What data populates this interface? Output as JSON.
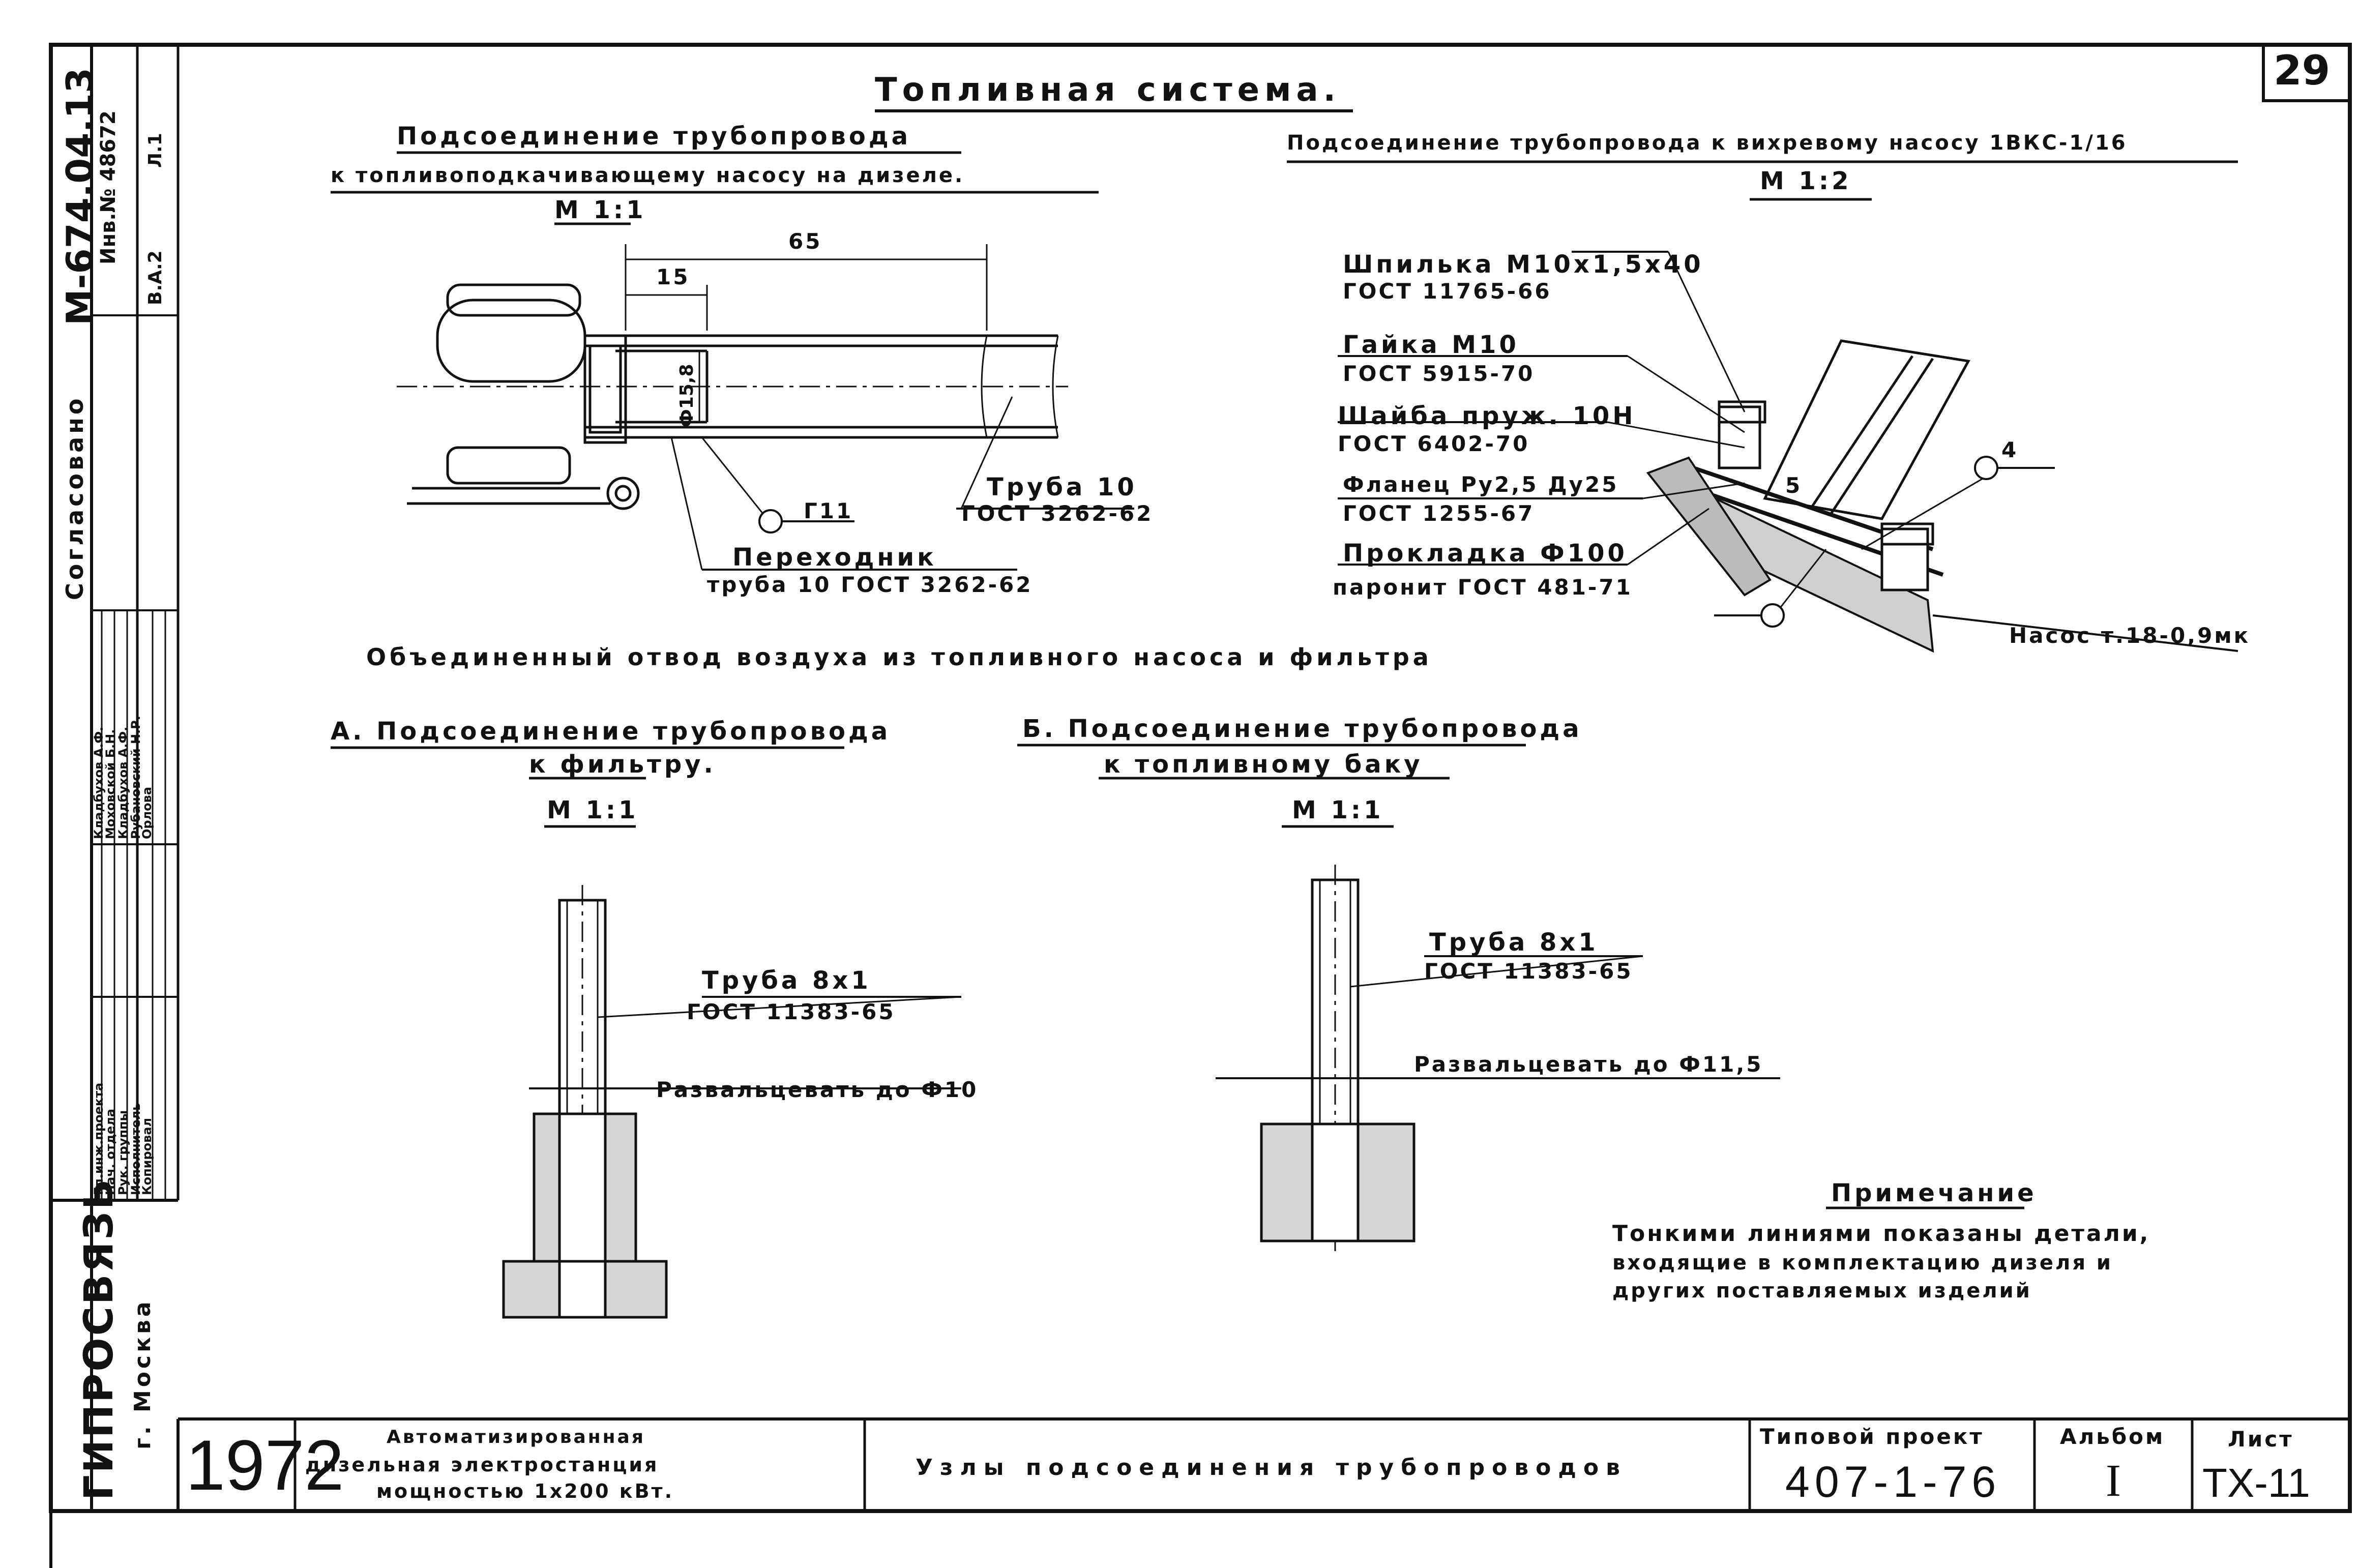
{
  "sheet_no": "29",
  "title": "Топливная система.",
  "left_frame": {
    "doc_code": "М-674.04.13",
    "inv_no": "Инв.№ 48672",
    "l1": "Л.1",
    "v2": "В.А.2",
    "soglasovano": "Согласовано",
    "roles": [
      "Гл.инж.проекта",
      "Нач. отдела",
      "Рук. группы",
      "Исполнитель",
      "Копировал"
    ],
    "names": [
      "Кладбухов А.Ф.",
      "Моховской Б.Н.",
      "Кладбухов А.Ф.",
      "Рубановский Н.Р.",
      "Орлова"
    ],
    "org": "ГИПРОСВЯЗЬ",
    "city": "г. Москва"
  },
  "detail1": {
    "heading1": "Подсоединение трубопровода",
    "heading2": "к топливоподкачивающему насосу на дизеле.",
    "scale": "М 1:1",
    "dim65": "65",
    "dim15": "15",
    "dia": "Ф15,8",
    "weld": "Г11",
    "pipe": "Труба 10",
    "pipe_gost": "ГОСТ 3262-62",
    "adapter": "Переходник",
    "adapter_spec": "труба 10 ГОСТ 3262-62"
  },
  "detail2": {
    "heading": "Подсоединение трубопровода к вихревому насосу 1ВКС-1/16",
    "scale": "М 1:2",
    "stud": "Шпилька М10х1,5х40",
    "stud_gost": "ГОСТ 11765-66",
    "nut": "Гайка М10",
    "nut_gost": "ГОСТ 5915-70",
    "washer": "Шайба пруж. 10Н",
    "washer_gost": "ГОСТ 6402-70",
    "flange": "Фланец Ру2,5 Ду25",
    "flange_gost": "ГОСТ 1255-67",
    "gasket": "Прокладка Ф100",
    "gasket_spec": "паронит ГОСТ 481-71",
    "pump": "Насос т.18-0,9мк",
    "weld": "4",
    "dim5": "5"
  },
  "subtitle": "Объединенный отвод воздуха из топливного насоса и фильтра",
  "detailA": {
    "heading1": "А. Подсоединение трубопровода",
    "heading2": "к фильтру.",
    "scale": "М 1:1",
    "pipe": "Труба 8х1",
    "pipe_gost": "ГОСТ 11383-65",
    "flare": "Развальцевать до Ф10"
  },
  "detailB": {
    "heading1": "Б. Подсоединение трубопровода",
    "heading2": "к топливному баку",
    "scale": "М 1:1",
    "pipe": "Труба 8х1",
    "pipe_gost": "ГОСТ 11383-65",
    "flare": "Развальцевать до Ф11,5"
  },
  "note": {
    "title": "Примечание",
    "lines": [
      "Тонкими линиями показаны детали,",
      "входящие в комплектацию дизеля и",
      "других поставляемых изделий"
    ]
  },
  "title_block": {
    "year": "1972",
    "object1": "Автоматизированная",
    "object2": "дизельная электростанция",
    "object3": "мощностью 1х200 кВт.",
    "drawing_title": "Узлы подсоединения трубопроводов",
    "project_label": "Типовой проект",
    "project_no": "407-1-76",
    "album_label": "Альбом",
    "album_no": "I",
    "sheet_label": "Лист",
    "sheet_code": "ТХ-11"
  }
}
